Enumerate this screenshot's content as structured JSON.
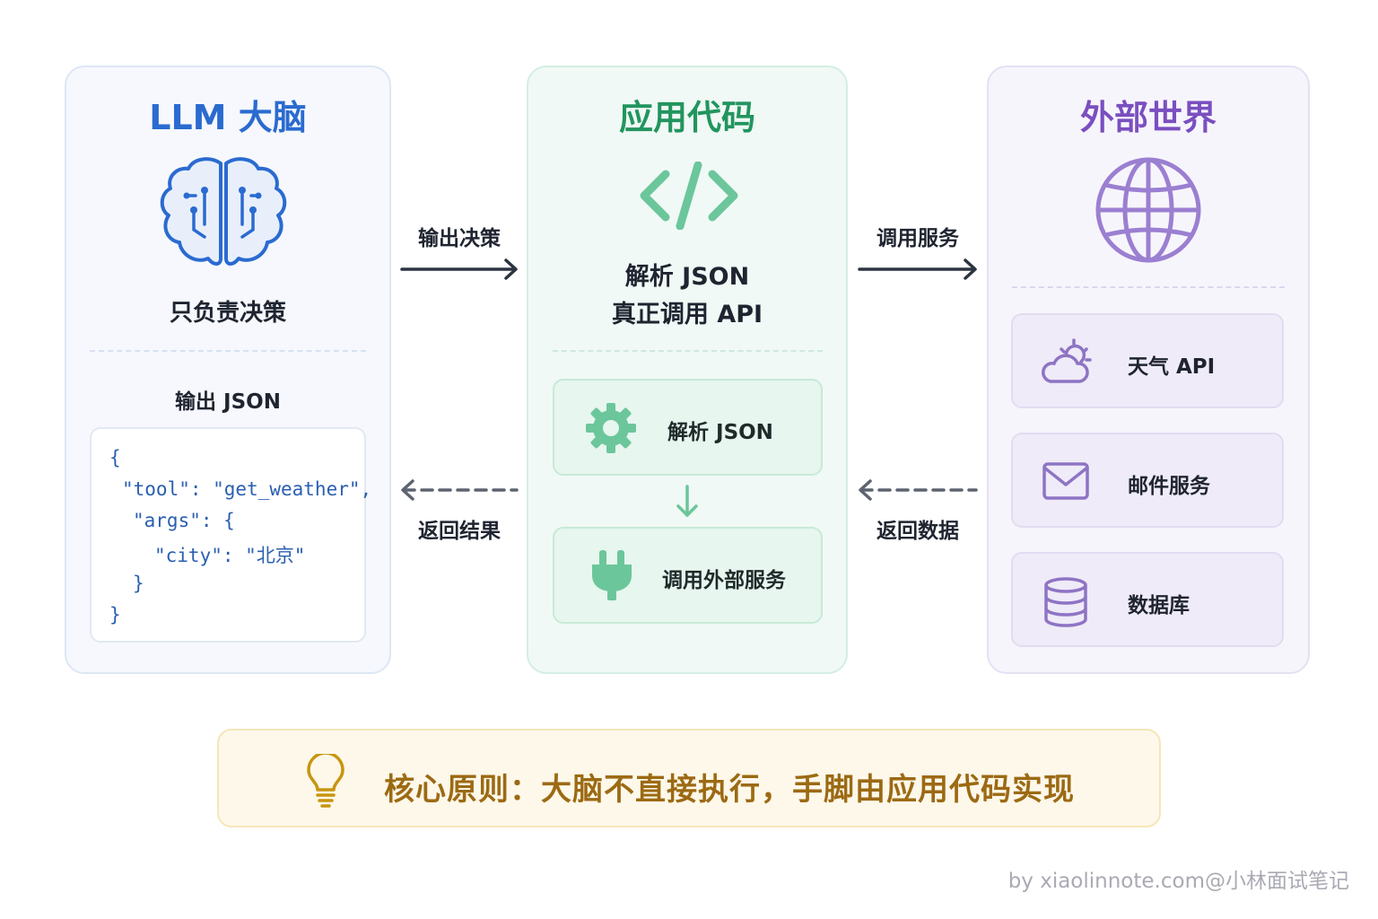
{
  "colors": {
    "llm_accent": "#2a6bd0",
    "app_accent": "#22955f",
    "ext_accent": "#7a4fc0",
    "banner_text": "#9c6a13",
    "arrow": "#2b3440"
  },
  "llm": {
    "title": "LLM 大脑",
    "icon": "brain-icon",
    "subtitle": "只负责决策",
    "output_label": "输出 JSON",
    "code_lines": [
      "{",
      "\"tool\": \"get_weather\",",
      "\"args\": {",
      "\"city\": \"北京\"",
      "}",
      "}"
    ]
  },
  "app": {
    "title": "应用代码",
    "icon": "code-icon",
    "desc_line1": "解析 JSON",
    "desc_line2": "真正调用 API",
    "step1": {
      "icon": "gear-icon",
      "label": "解析 JSON"
    },
    "step2": {
      "icon": "plug-icon",
      "label": "调用外部服务"
    }
  },
  "ext": {
    "title": "外部世界",
    "icon": "globe-icon",
    "services": [
      {
        "icon": "weather-icon",
        "label": "天气 API"
      },
      {
        "icon": "mail-icon",
        "label": "邮件服务"
      },
      {
        "icon": "database-icon",
        "label": "数据库"
      }
    ]
  },
  "arrows": {
    "llm_to_app": "输出决策",
    "app_to_llm": "返回结果",
    "app_to_ext": "调用服务",
    "ext_to_app": "返回数据"
  },
  "banner": {
    "icon": "lightbulb-icon",
    "text": "核心原则：大脑不直接执行，手脚由应用代码实现"
  },
  "credit": "by xiaolinnote.com@小林面试笔记"
}
